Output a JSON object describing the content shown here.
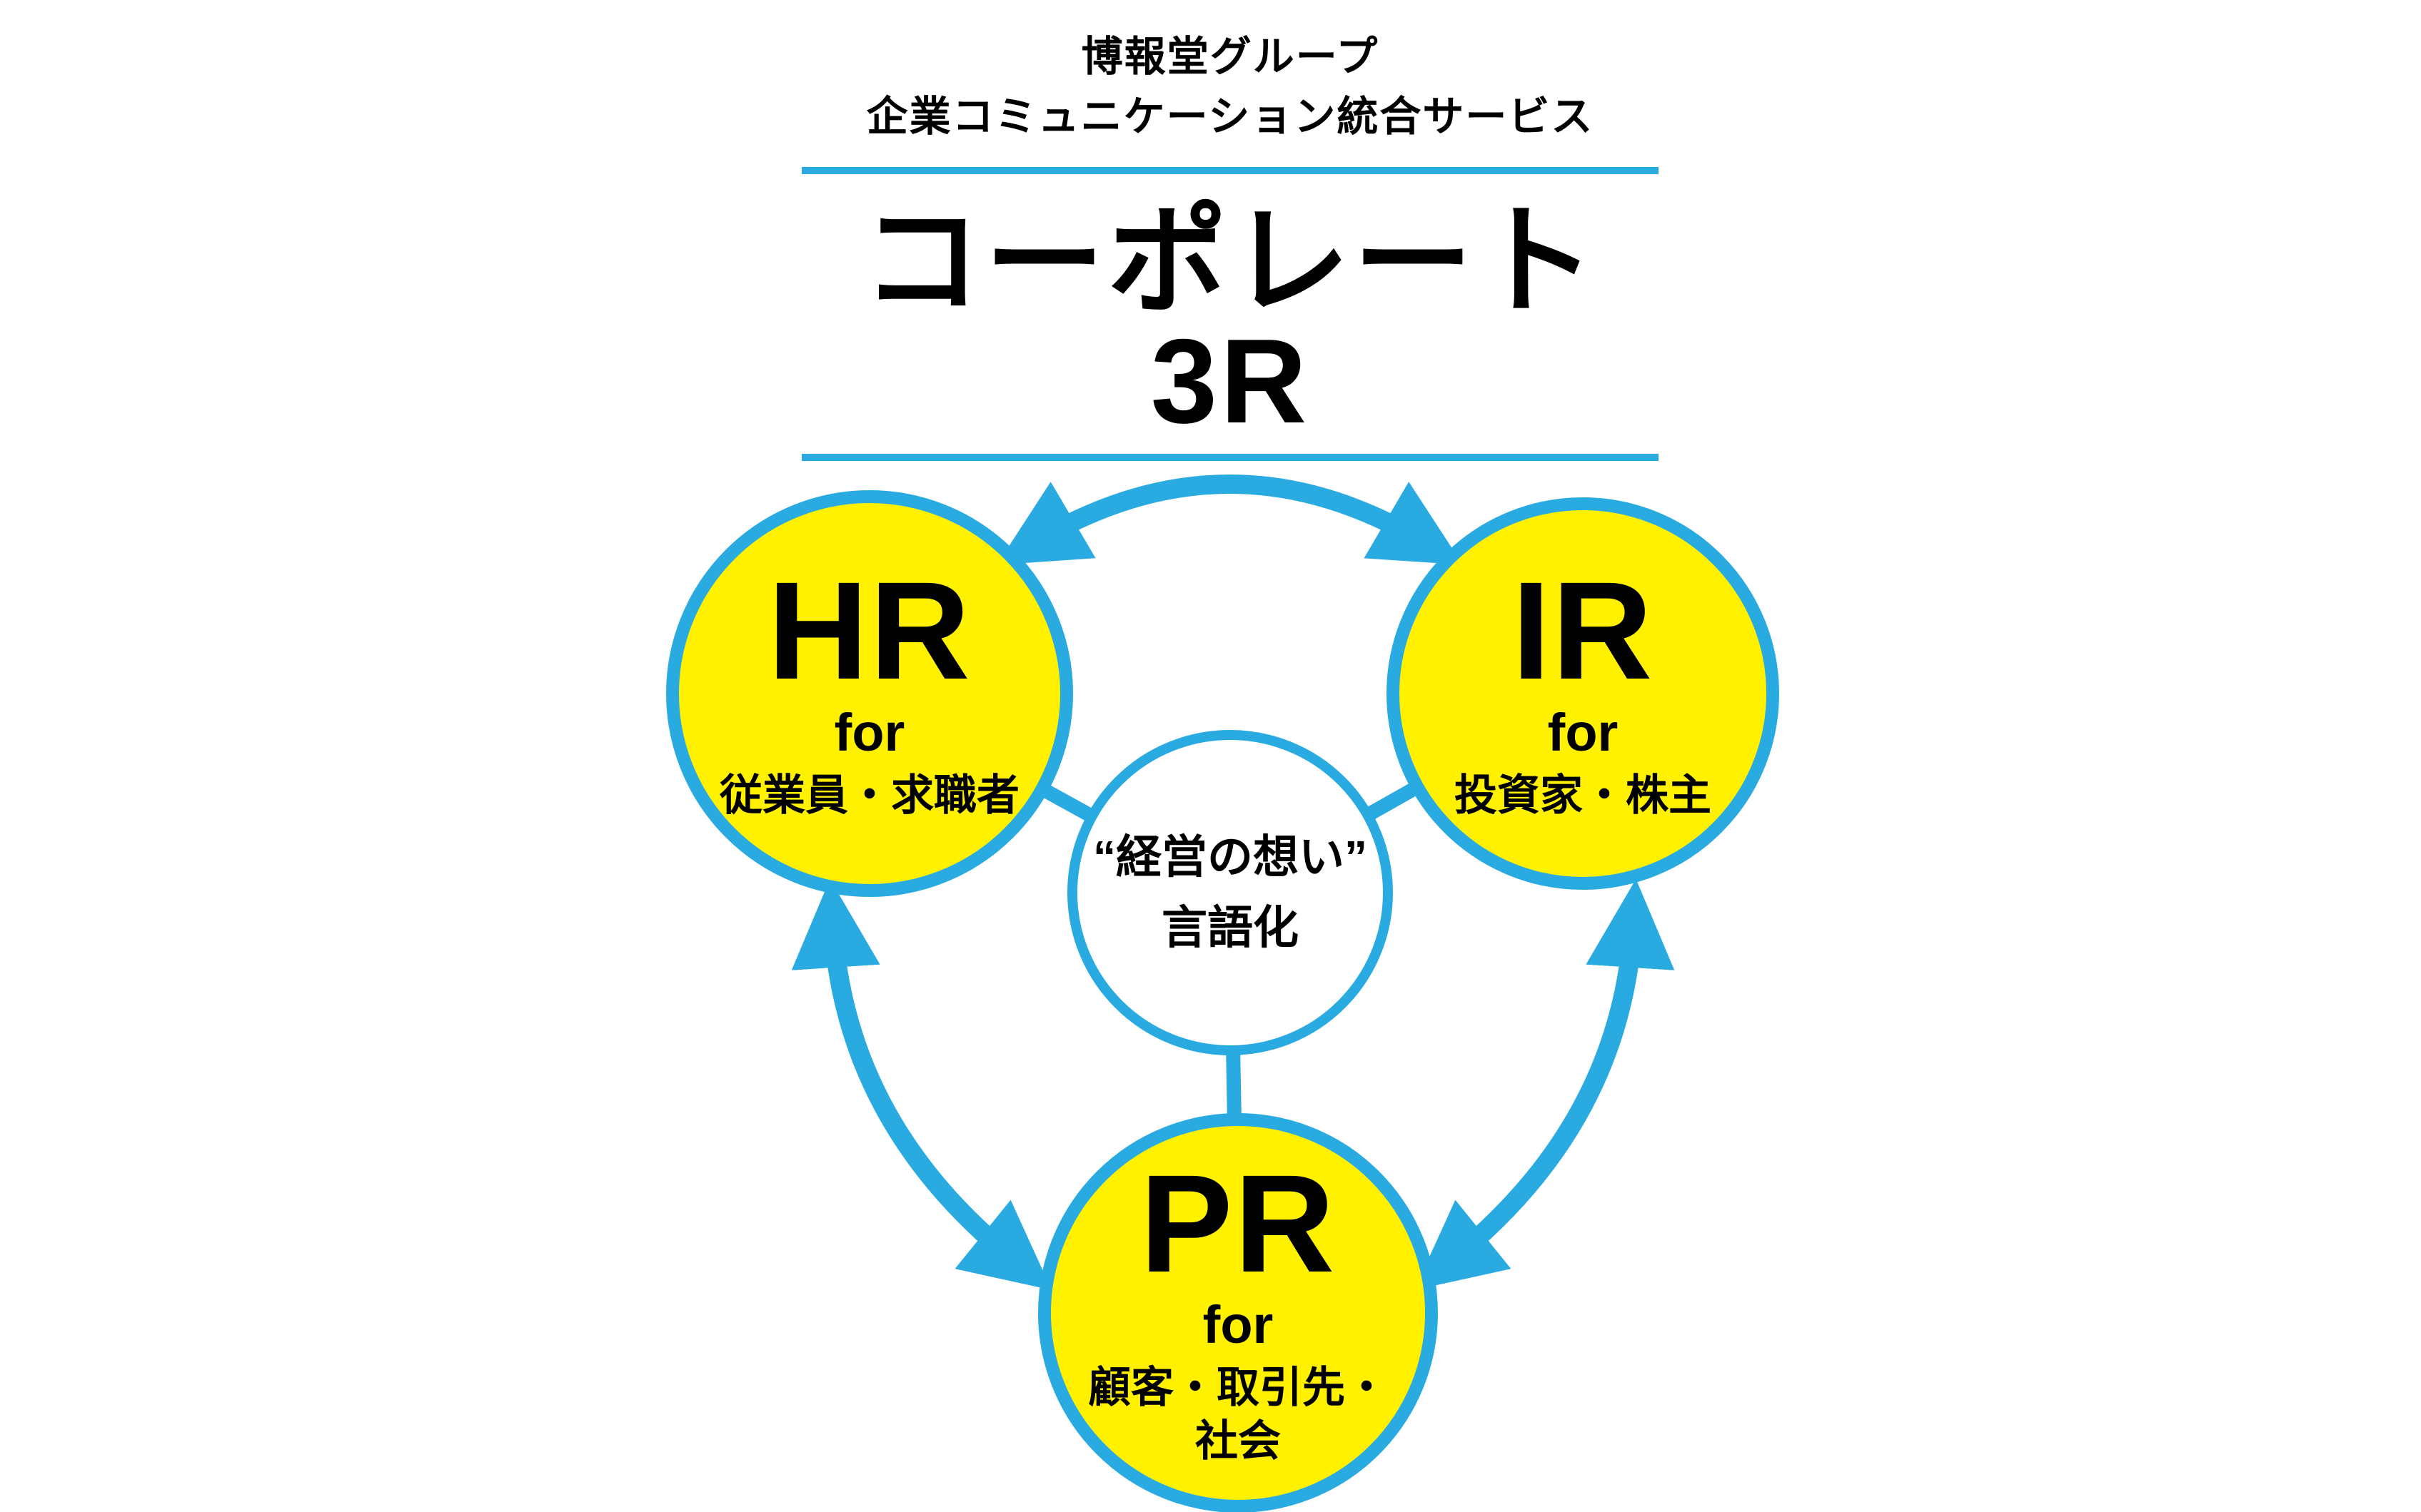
{
  "header": {
    "group_line": "博報堂グループ",
    "service_line": "企業コミュニケーション統合サービス",
    "title": "コーポレート3R"
  },
  "diagram": {
    "colors": {
      "accent_cyan": "#29ABE2",
      "node_yellow": "#FFF100",
      "text_black": "#000000",
      "background": "#FFFFFF"
    },
    "center": {
      "line1": "“経営の想い”",
      "line2": "言語化"
    },
    "nodes": [
      {
        "id": "hr",
        "abbr": "HR",
        "for_label": "for",
        "audience": "従業員・求職者"
      },
      {
        "id": "ir",
        "abbr": "IR",
        "for_label": "for",
        "audience": "投資家・株主"
      },
      {
        "id": "pr",
        "abbr": "PR",
        "for_label": "for",
        "audience": "顧客・取引先・社会"
      }
    ],
    "relations": [
      {
        "between": "HR-IR"
      },
      {
        "between": "HR-PR"
      },
      {
        "between": "IR-PR"
      }
    ]
  }
}
